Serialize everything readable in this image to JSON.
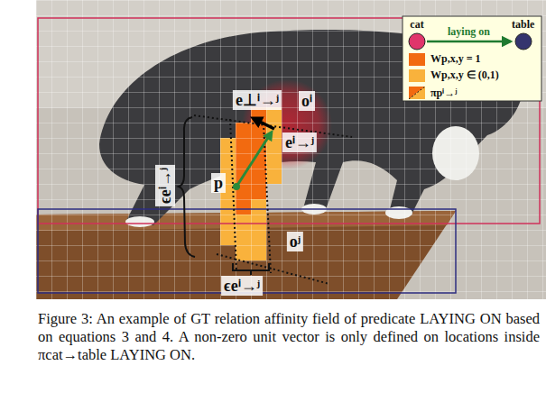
{
  "diagram": {
    "caption": "Figure 3: An example of GT relation affinity field of predicate LAYING ON based on equations 3 and 4. A non-zero unit vector is only defined on locations inside πcat→table LAYING ON.",
    "nodes": [
      {
        "text": [
          "cat"
        ]
      },
      {
        "text": [
          "table"
        ]
      }
    ],
    "edges": [
      {
        "from": 0,
        "to": 1,
        "arrow": "to",
        "label": "laying on"
      }
    ],
    "labels": [
      "e⊥ⁱ→ʲ",
      "oⁱ",
      "eⁱ→ʲ",
      "ϵeⁱ→ʲ",
      "p",
      "oʲ",
      "ϵeⁱ→ʲ"
    ],
    "legend": [
      {
        "text": "Wp,x,y = 1",
        "color": "#f26a10"
      },
      {
        "text": "Wp,x,y ∈ (0,1)",
        "color": "#f9b23c"
      },
      {
        "text": "πpⁱ→ʲ"
      }
    ]
  }
}
